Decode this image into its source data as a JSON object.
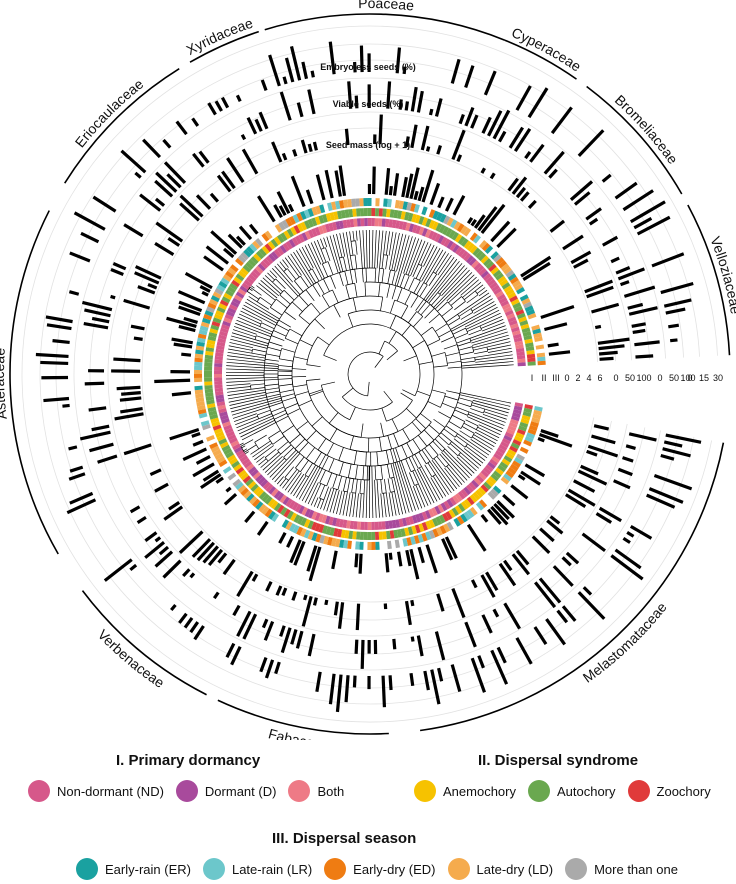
{
  "families": [
    {
      "name": "Poaceae",
      "start": 343,
      "end": 22
    },
    {
      "name": "Cyperaceae",
      "start": 22,
      "end": 35
    },
    {
      "name": "Bromeliaceae",
      "start": 37,
      "end": 60
    },
    {
      "name": "Velloziaceae",
      "start": 62,
      "end": 87
    },
    {
      "name": "Melastomataceae",
      "start": 101,
      "end": 172
    },
    {
      "name": "Fabaceae",
      "start": 177,
      "end": 205
    },
    {
      "name": "Verbenaceae",
      "start": 207,
      "end": 233
    },
    {
      "name": "Asteraceae",
      "start": 240,
      "end": 297
    },
    {
      "name": "Eriocaulaceae",
      "start": 302,
      "end": 328
    },
    {
      "name": "Xyridaceae",
      "start": 330,
      "end": 342
    }
  ],
  "ring_labels": {
    "embryoless": "Embryoless seeds (%)",
    "viable": "Viable seeds (%)",
    "seed_mass": "Seed mass (log + 1)"
  },
  "axis_labels": {
    "categorical": [
      "I",
      "II",
      "III"
    ],
    "seed_mass_ticks": [
      "0",
      "2",
      "4",
      "6"
    ],
    "viable_ticks": [
      "0",
      "50",
      "100"
    ],
    "embryoless_ticks": [
      "0",
      "50",
      "100"
    ],
    "outer_ticks": [
      "0",
      "15",
      "30"
    ]
  },
  "legend": {
    "dormancy": {
      "title": "I. Primary dormancy",
      "items": [
        {
          "label": "Non-dormant (ND)",
          "color": "#d6588a"
        },
        {
          "label": "Dormant (D)",
          "color": "#a84a9c"
        },
        {
          "label": "Both",
          "color": "#ee7a86"
        }
      ]
    },
    "syndrome": {
      "title": "II. Dispersal syndrome",
      "items": [
        {
          "label": "Anemochory",
          "color": "#f6c200"
        },
        {
          "label": "Autochory",
          "color": "#6aa84f"
        },
        {
          "label": "Zoochory",
          "color": "#e03a3a"
        }
      ]
    },
    "season": {
      "title": "III. Dispersal season",
      "items": [
        {
          "label": "Early-rain (ER)",
          "color": "#1aa1a0"
        },
        {
          "label": "Late-rain (LR)",
          "color": "#6cc7cb"
        },
        {
          "label": "Early-dry (ED)",
          "color": "#ef7c12"
        },
        {
          "label": "Late-dry (LD)",
          "color": "#f5ab4d"
        },
        {
          "label": "More than one",
          "color": "#aaaaaa"
        }
      ]
    }
  }
}
